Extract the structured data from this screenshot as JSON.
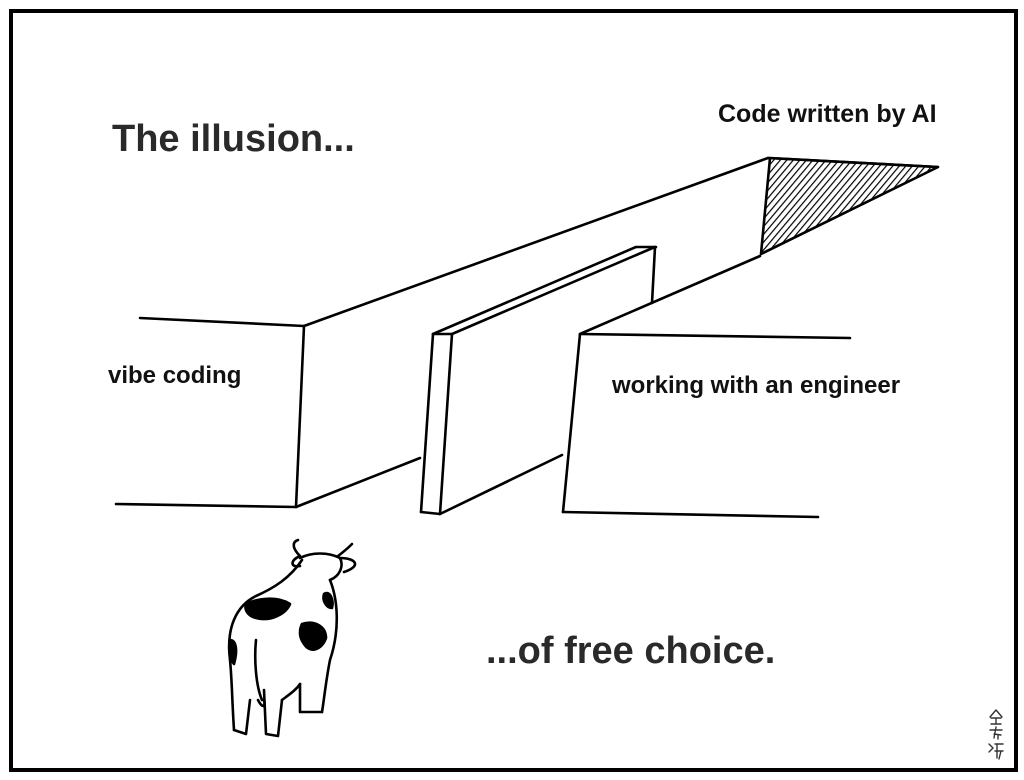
{
  "captions": {
    "top_left": "The illusion...",
    "ai_path": "Code written by AI",
    "left_path": "vibe coding",
    "right_path": "working with an engineer",
    "bottom": "...of free choice."
  },
  "colors": {
    "ink": "#000000",
    "paper": "#ffffff"
  },
  "icons": {
    "character": "cow-icon",
    "signature": "artist-seal-icon"
  }
}
